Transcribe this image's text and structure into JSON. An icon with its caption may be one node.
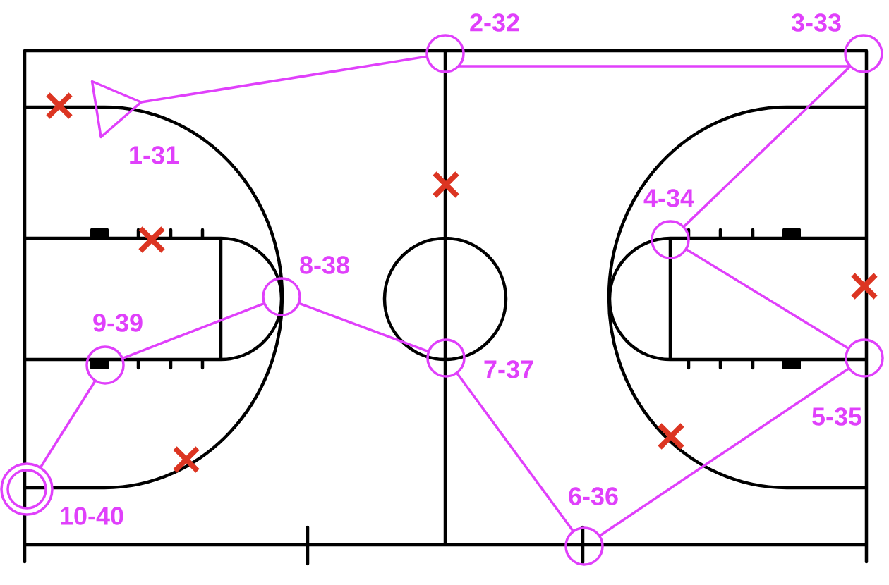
{
  "diagram": {
    "nodes": [
      {
        "text": [],
        "shape": "triangle",
        "beside": [
          "1-31"
        ]
      },
      {
        "text": [],
        "shape": "circle",
        "beside": [
          "2-32"
        ]
      },
      {
        "text": [],
        "shape": "circle",
        "beside": [
          "3-33"
        ]
      },
      {
        "text": [],
        "shape": "circle",
        "beside": [
          "4-34"
        ]
      },
      {
        "text": [],
        "shape": "circle",
        "beside": [
          "5-35"
        ]
      },
      {
        "text": [],
        "shape": "circle",
        "beside": [
          "6-36"
        ]
      },
      {
        "text": [],
        "shape": "circle",
        "beside": [
          "7-37"
        ]
      },
      {
        "text": [],
        "shape": "circle",
        "beside": [
          "8-38"
        ]
      },
      {
        "text": [],
        "shape": "circle",
        "beside": [
          "9-39"
        ]
      },
      {
        "text": [],
        "shape": "circle",
        "beside": [
          "10-40"
        ]
      }
    ],
    "edges": [
      {
        "from": 0,
        "to": 1,
        "arrow": "none"
      },
      {
        "from": 1,
        "to": 2,
        "arrow": "none"
      },
      {
        "from": 2,
        "to": 3,
        "arrow": "none"
      },
      {
        "from": 3,
        "to": 4,
        "arrow": "none"
      },
      {
        "from": 4,
        "to": 5,
        "arrow": "none"
      },
      {
        "from": 5,
        "to": 6,
        "arrow": "none"
      },
      {
        "from": 6,
        "to": 7,
        "arrow": "none"
      },
      {
        "from": 7,
        "to": 8,
        "arrow": "none"
      },
      {
        "from": 8,
        "to": 9,
        "arrow": "none"
      }
    ]
  }
}
